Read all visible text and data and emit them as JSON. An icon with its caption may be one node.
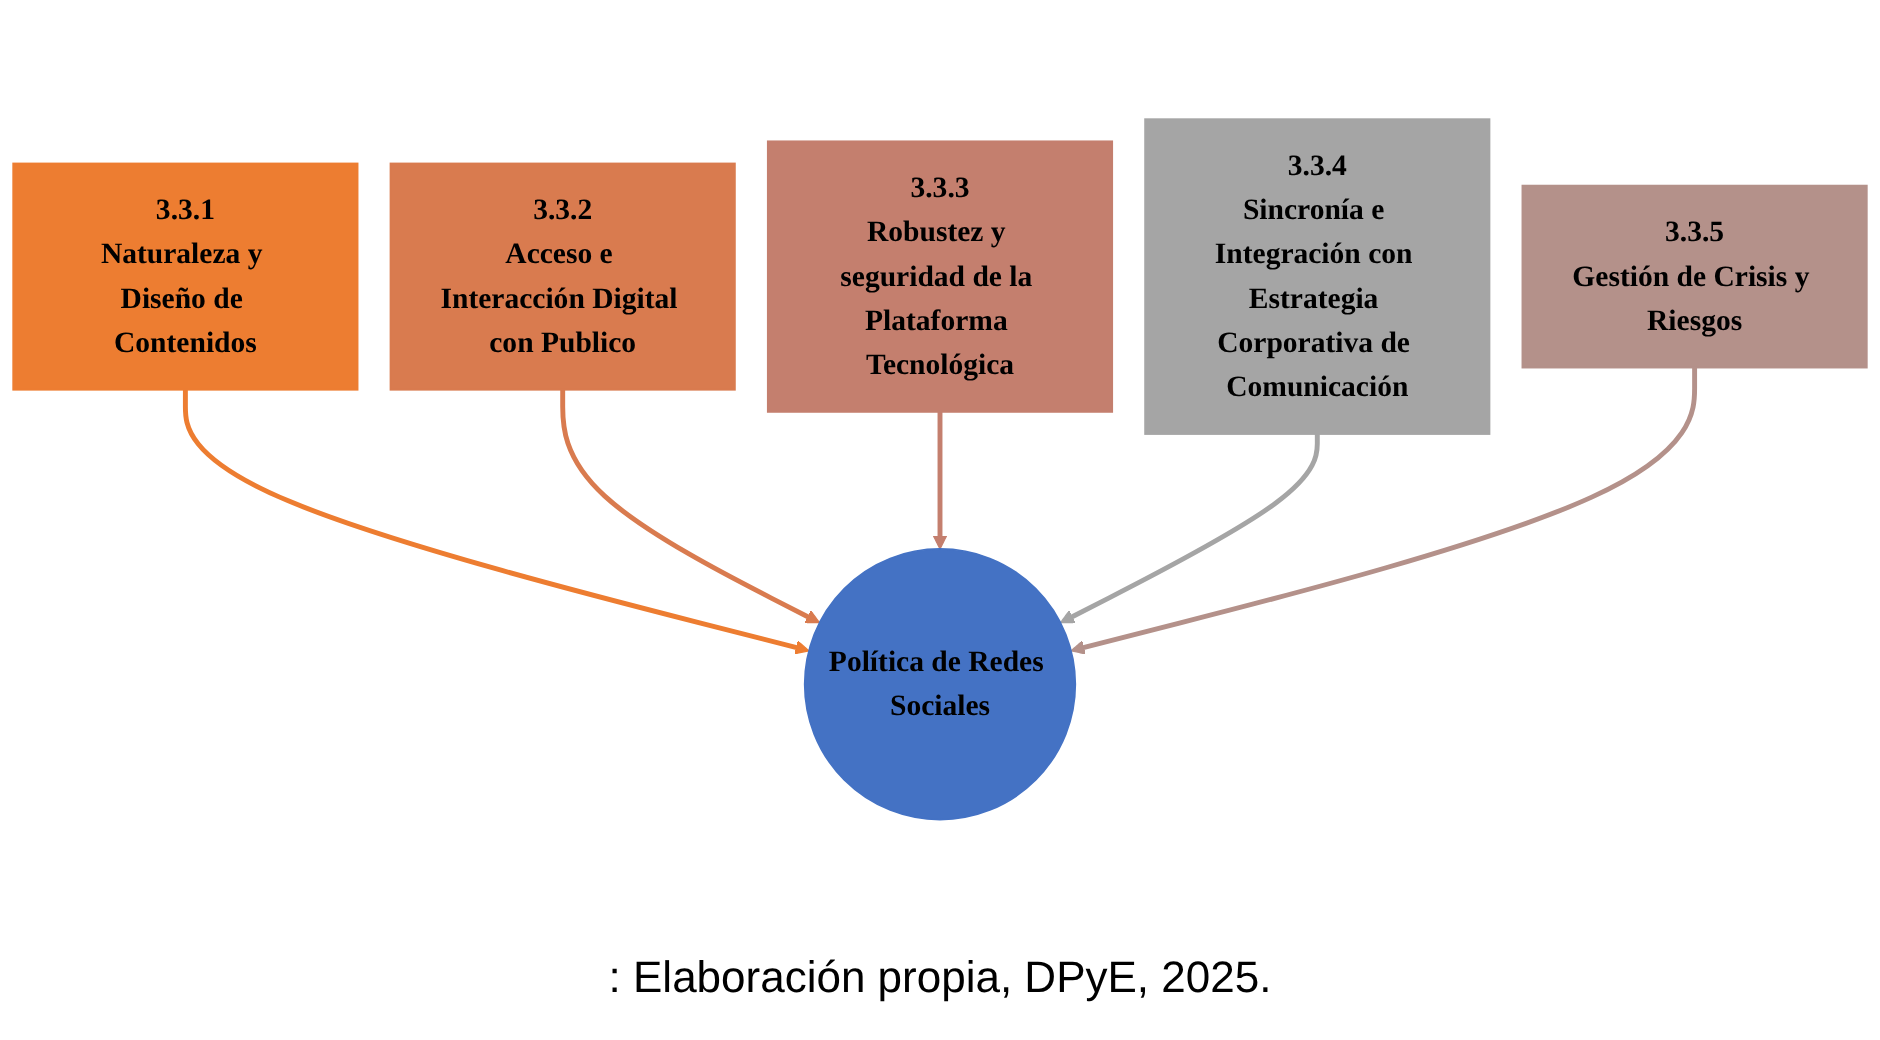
{
  "diagram": {
    "caption": ": Elaboración propia, DPyE, 2025.",
    "nodes": [
      {
        "text": [
          "3.3.1",
          "Naturaleza y Diseño de Contenidos"
        ]
      },
      {
        "text": [
          "3.3.2",
          "Acceso e Interacción Digital con Publico"
        ]
      },
      {
        "text": [
          "3.3.3",
          "Robustez y seguridad de la Plataforma Tecnológica"
        ]
      },
      {
        "text": [
          "3.3.4",
          "Sincronía e Integración con Estrategia Corporativa de Comunicación"
        ]
      },
      {
        "text": [
          "3.3.5",
          "Gestión de Crisis y Riesgos"
        ]
      },
      {
        "text": [
          "Política de Redes Sociales"
        ]
      }
    ],
    "edges": [
      {
        "from": 0,
        "to": 5,
        "arrow": "to",
        "color": "#ed7d31"
      },
      {
        "from": 1,
        "to": 5,
        "arrow": "to",
        "color": "#d97b4f"
      },
      {
        "from": 2,
        "to": 5,
        "arrow": "to",
        "color": "#c47f6e"
      },
      {
        "from": 3,
        "to": 5,
        "arrow": "to",
        "color": "#a5a5a5"
      },
      {
        "from": 4,
        "to": 5,
        "arrow": "to",
        "color": "#b4918a"
      }
    ]
  }
}
